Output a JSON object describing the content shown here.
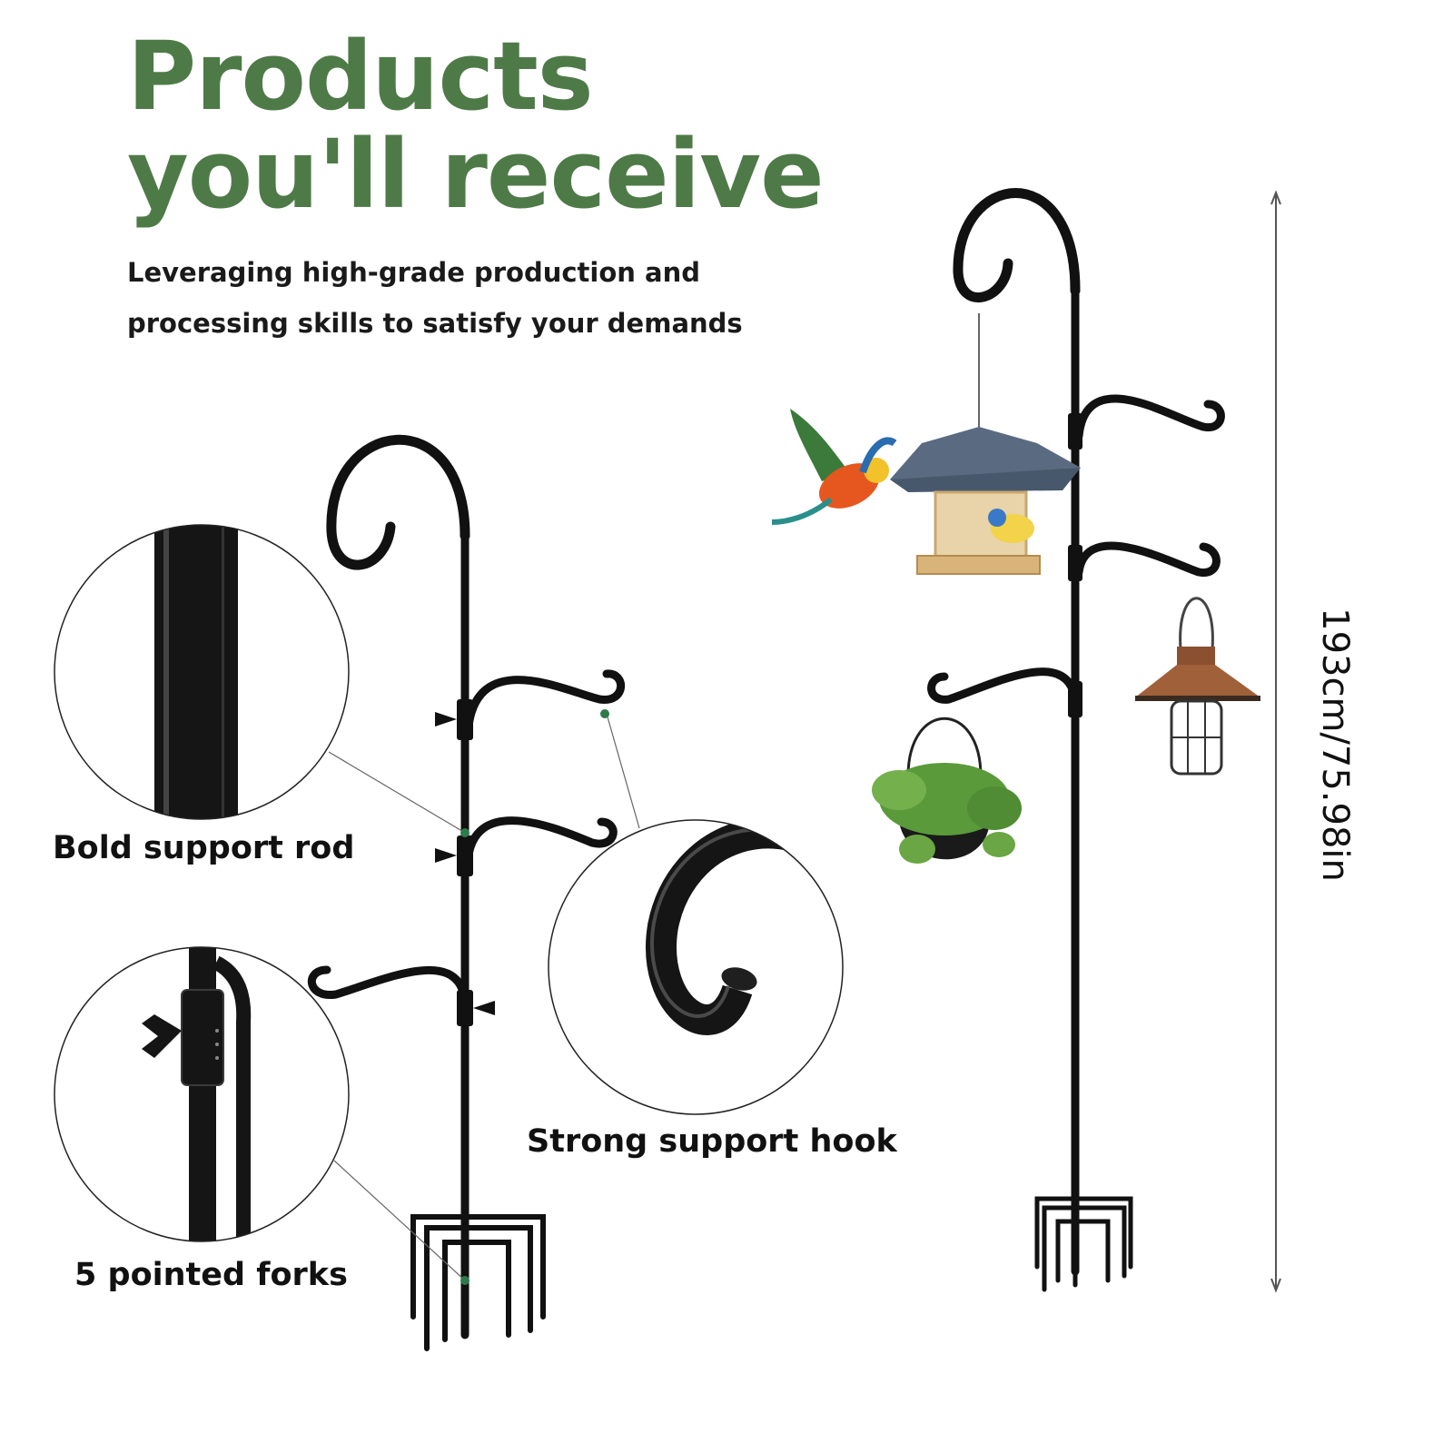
{
  "heading": {
    "line1": "Products",
    "line2": "you'll receive"
  },
  "subheading": {
    "line1": "Leveraging high-grade production and",
    "line2": "processing skills to satisfy your demands"
  },
  "callouts": {
    "rod": "Bold support rod",
    "forks": "5 pointed forks",
    "hook": "Strong support hook"
  },
  "dimension": "193cm/75.98in",
  "colors": {
    "heading": "#4e7a47",
    "accent_dot": "#2f7a4a",
    "metal": "#111111"
  }
}
